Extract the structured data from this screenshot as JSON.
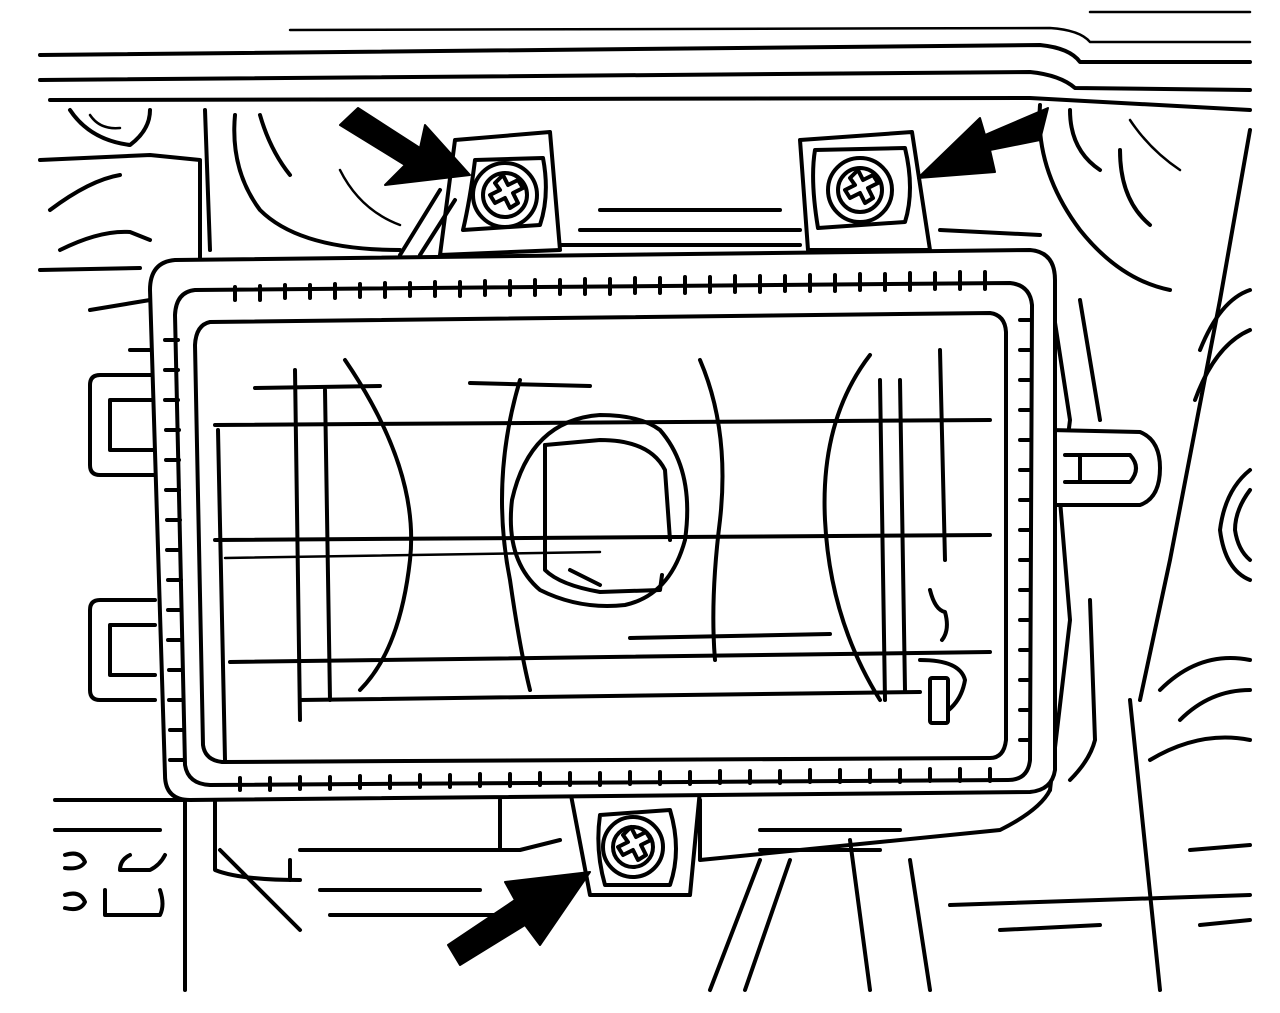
{
  "figure": {
    "subject": "headlamp-assembly",
    "line_color": "#000000",
    "background_color": "#ffffff",
    "fastener_count": 3,
    "fasteners": [
      {
        "id": "upper-left",
        "type": "phillips-screw"
      },
      {
        "id": "upper-right",
        "type": "phillips-screw"
      },
      {
        "id": "bottom",
        "type": "phillips-screw"
      }
    ],
    "callout_arrow_count": 3
  }
}
